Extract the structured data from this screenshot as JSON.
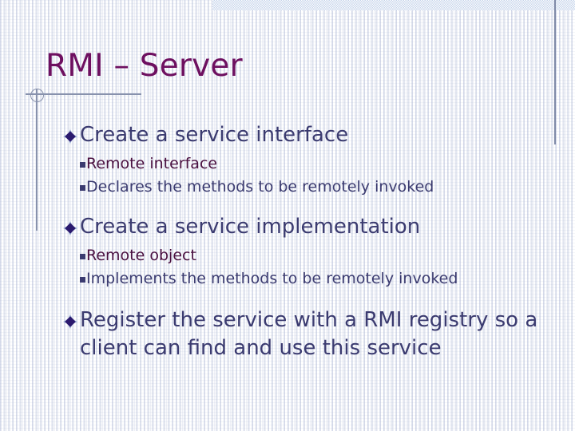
{
  "slide": {
    "title": "RMI – Server",
    "title_color": "#6e1060",
    "body_color": "#3b3b70",
    "accent_color": "#4a1040",
    "rule_color": "#8892ad",
    "banner_color": "#c3d2ea",
    "background_color": "#ffffff"
  },
  "ornaments": {
    "circle": "circle-ornament",
    "top_banner": "top-banner",
    "right_rule": "right-vertical-rule",
    "title_rule": "title-horizontal-rule",
    "drop_rule": "left-vertical-rule"
  },
  "bullets": {
    "level1_icon": "diamond-bullet-icon",
    "level2_icon": "square-bullet-icon"
  },
  "blocks": [
    {
      "heading": "Create a service interface",
      "sub": [
        {
          "text": "Remote interface",
          "accent": true
        },
        {
          "text": "Declares the methods to be remotely invoked",
          "accent": false
        }
      ]
    },
    {
      "heading": "Create a service implementation",
      "sub": [
        {
          "text": "Remote object",
          "accent": true
        },
        {
          "text": "Implements the methods to be remotely invoked",
          "accent": false
        }
      ]
    },
    {
      "heading": "Register the service with a RMI registry so a client can find and use this service",
      "sub": []
    }
  ]
}
